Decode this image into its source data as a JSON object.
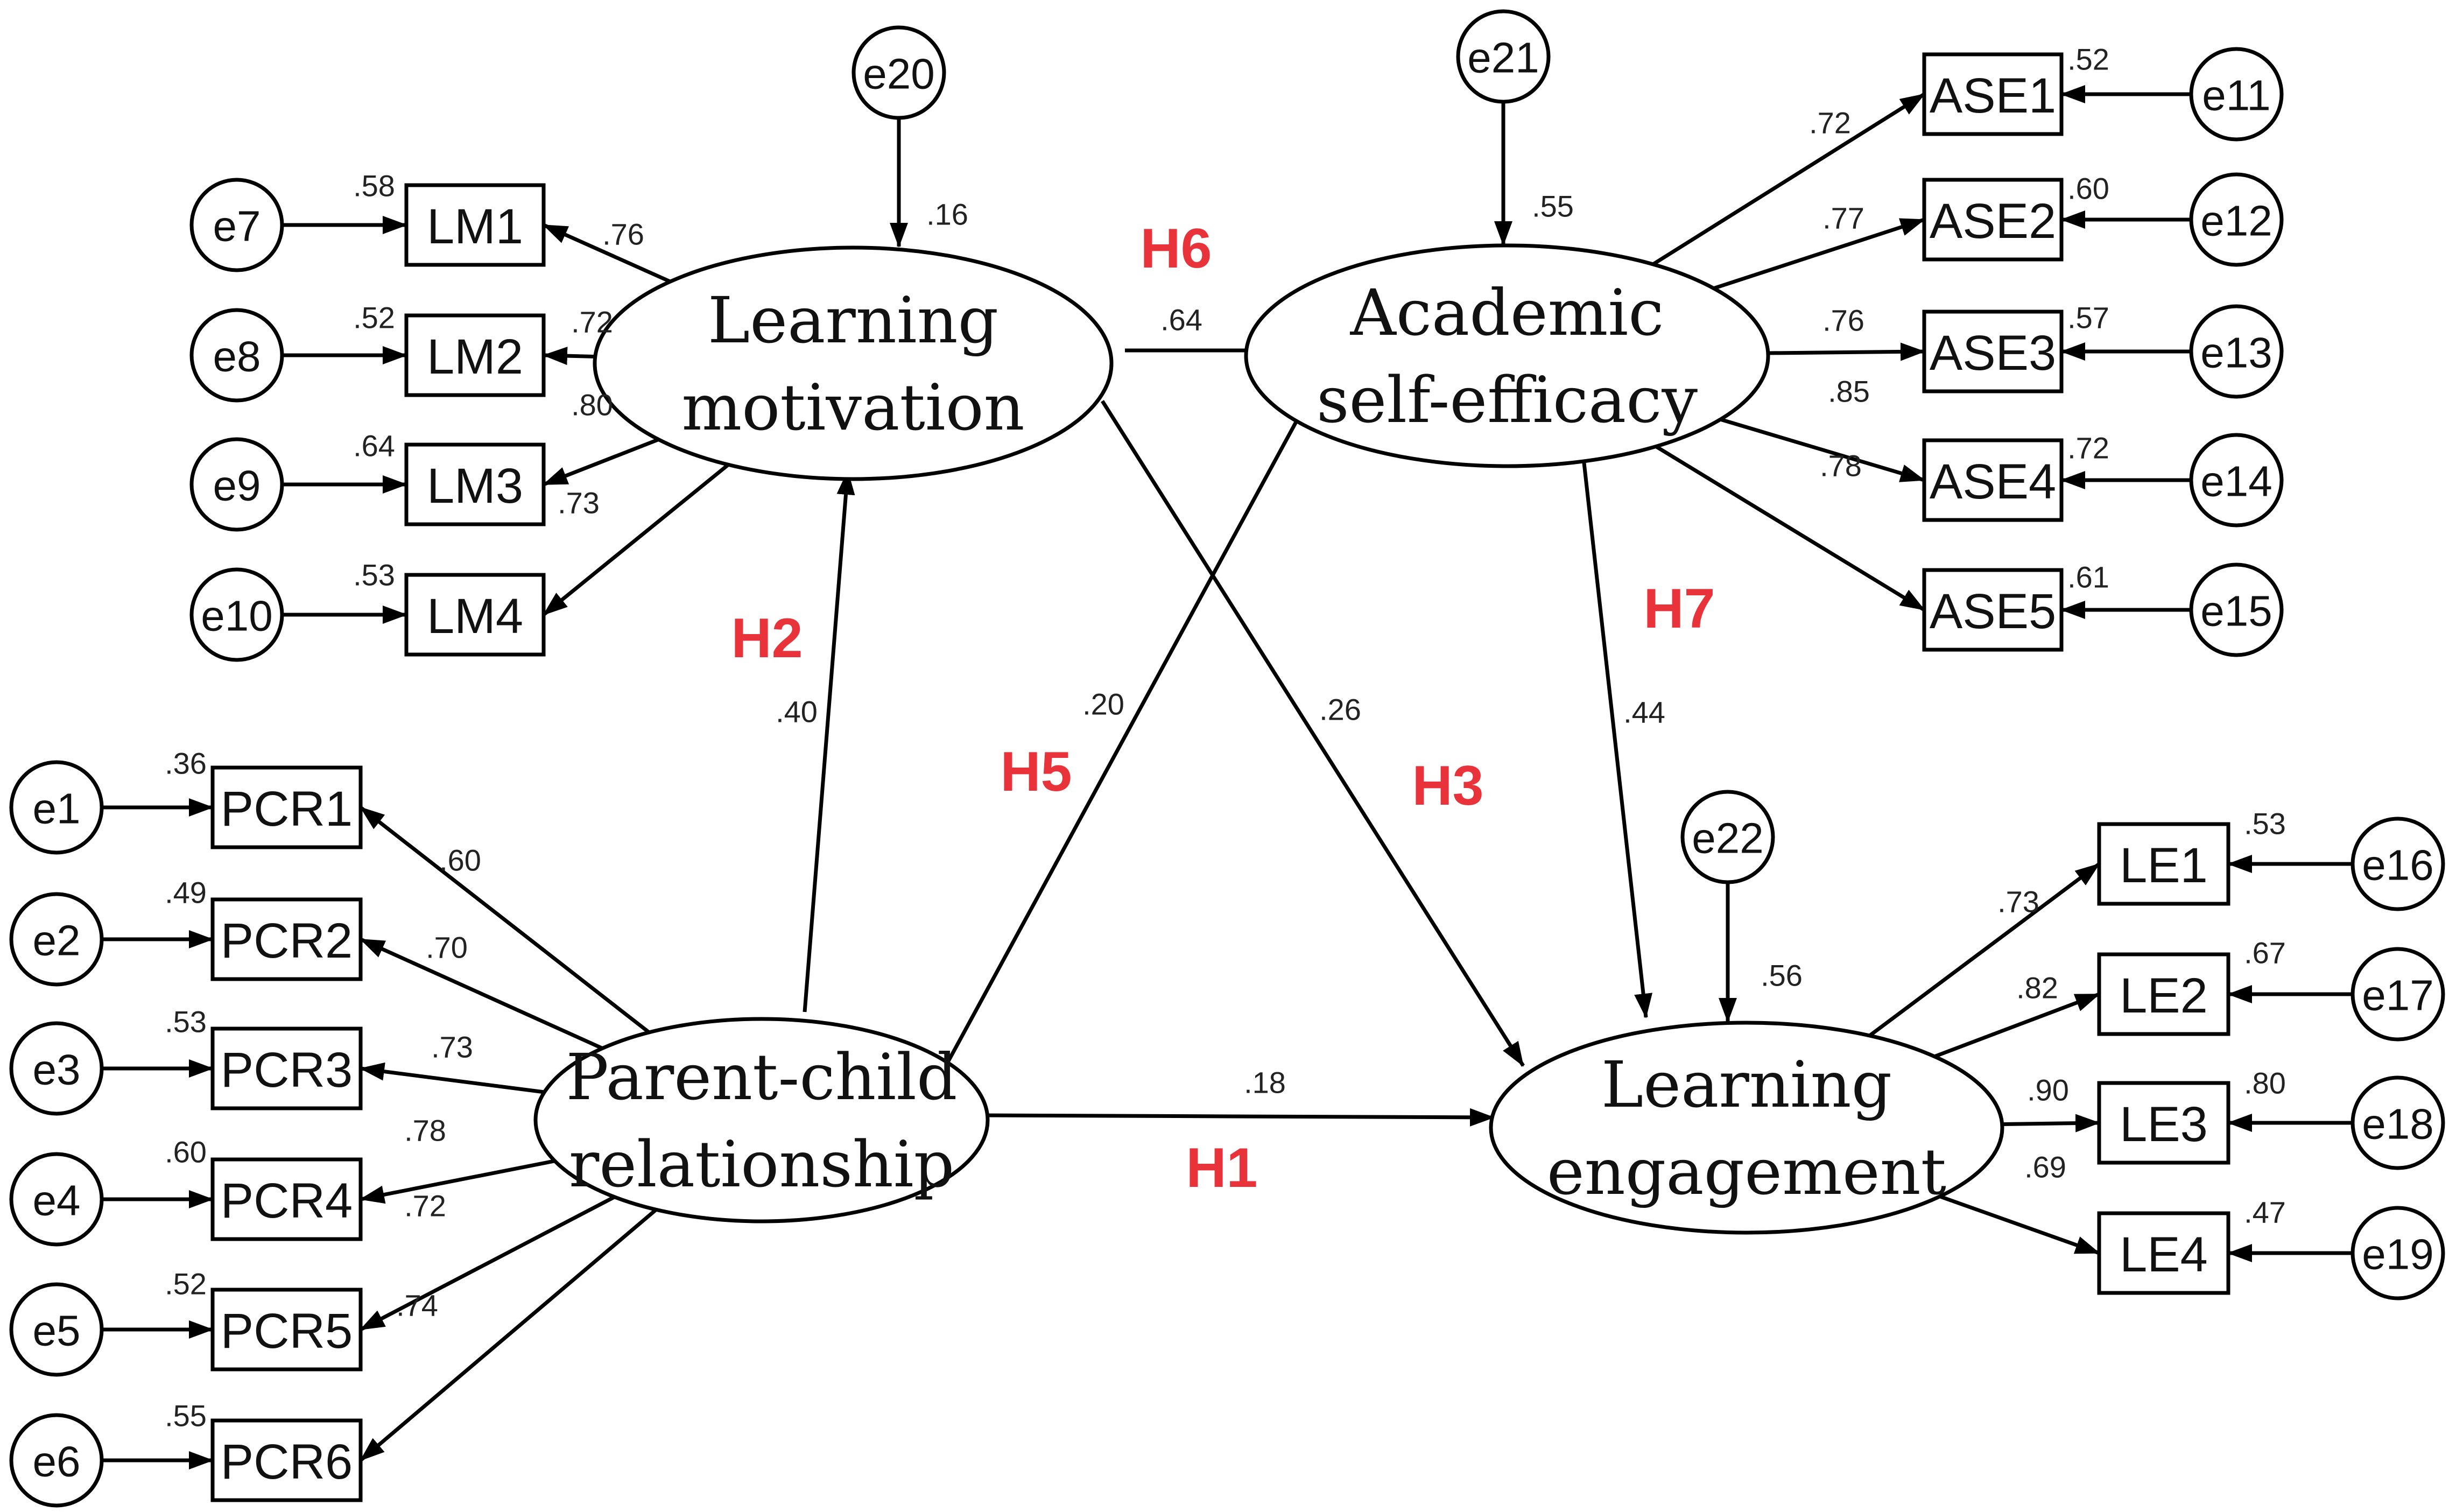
{
  "colors": {
    "hypothesis": "#e8333a",
    "line": "#000000"
  },
  "latents": {
    "lm": {
      "lines": [
        "Learning",
        "motivation"
      ]
    },
    "ase": {
      "lines": [
        "Academic",
        "self-efficacy"
      ]
    },
    "pcr": {
      "lines": [
        "Parent-child",
        "relationship"
      ]
    },
    "le": {
      "lines": [
        "Learning",
        "engagement"
      ]
    }
  },
  "indicators": {
    "lm": [
      {
        "label": "LM1",
        "loading": ".76",
        "error": "e7",
        "r2": ".58"
      },
      {
        "label": "LM2",
        "loading": ".72",
        "error": "e8",
        "r2": ".52"
      },
      {
        "label": "LM3",
        "loading": ".80",
        "error": "e9",
        "r2": ".64"
      },
      {
        "label": "LM4",
        "loading": ".73",
        "error": "e10",
        "r2": ".53"
      }
    ],
    "ase": [
      {
        "label": "ASE1",
        "loading": ".72",
        "error": "e11",
        "r2": ".52"
      },
      {
        "label": "ASE2",
        "loading": ".77",
        "error": "e12",
        "r2": ".60"
      },
      {
        "label": "ASE3",
        "loading": ".76",
        "error": "e13",
        "r2": ".57"
      },
      {
        "label": "ASE4",
        "loading": ".85",
        "error": "e14",
        "r2": ".72"
      },
      {
        "label": "ASE5",
        "loading": ".78",
        "error": "e15",
        "r2": ".61"
      }
    ],
    "pcr": [
      {
        "label": "PCR1",
        "loading": ".60",
        "error": "e1",
        "r2": ".36"
      },
      {
        "label": "PCR2",
        "loading": ".70",
        "error": "e2",
        "r2": ".49"
      },
      {
        "label": "PCR3",
        "loading": ".73",
        "error": "e3",
        "r2": ".53"
      },
      {
        "label": "PCR4",
        "loading": ".78",
        "error": "e4",
        "r2": ".60"
      },
      {
        "label": "PCR5",
        "loading": ".72",
        "error": "e5",
        "r2": ".52"
      },
      {
        "label": "PCR6",
        "loading": ".74",
        "error": "e6",
        "r2": ".55"
      }
    ],
    "le": [
      {
        "label": "LE1",
        "loading": ".73",
        "error": "e16",
        "r2": ".53"
      },
      {
        "label": "LE2",
        "loading": ".82",
        "error": "e17",
        "r2": ".67"
      },
      {
        "label": "LE3",
        "loading": ".90",
        "error": "e18",
        "r2": ".80"
      },
      {
        "label": "LE4",
        "loading": ".69",
        "error": "e19",
        "r2": ".47"
      }
    ]
  },
  "disturbances": {
    "lm": {
      "error": "e20",
      "r2": ".16"
    },
    "ase": {
      "error": "e21",
      "r2": ".55"
    },
    "le": {
      "error": "e22",
      "r2": ".56"
    }
  },
  "paths": [
    {
      "from": "pcr",
      "to": "le",
      "coef": ".18",
      "hyp": "H1"
    },
    {
      "from": "pcr",
      "to": "lm",
      "coef": ".40",
      "hyp": "H2"
    },
    {
      "from": "lm",
      "to": "le",
      "coef": ".26",
      "hyp": "H3"
    },
    {
      "from": "pcr",
      "to": "ase",
      "coef": ".20",
      "hyp": "H5"
    },
    {
      "from": "lm",
      "to": "ase",
      "coef": ".64",
      "hyp": "H6"
    },
    {
      "from": "ase",
      "to": "le",
      "coef": ".44",
      "hyp": "H7"
    }
  ]
}
